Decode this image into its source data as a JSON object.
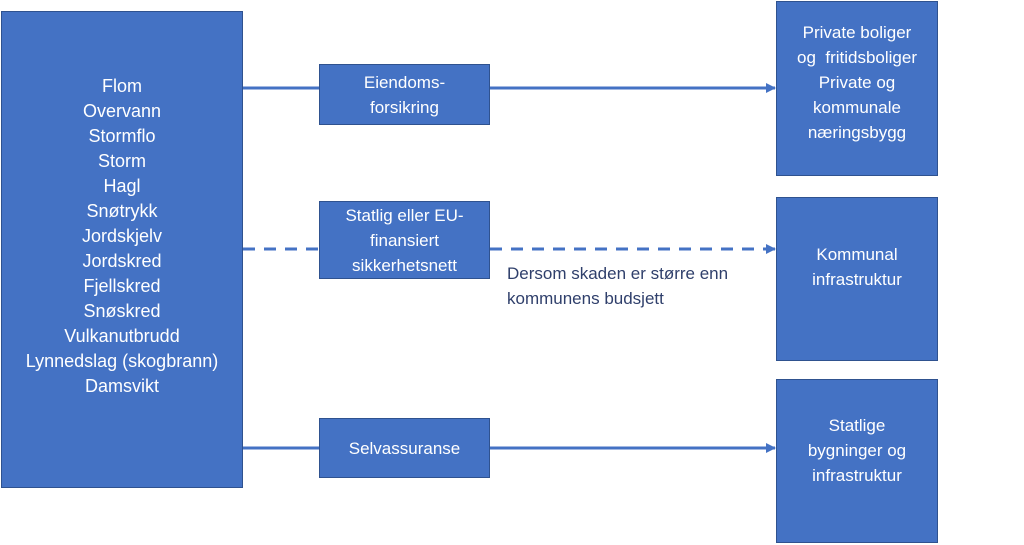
{
  "hazards": {
    "items": [
      "Flom",
      "Overvann",
      "Stormflo",
      "Storm",
      "Hagl",
      "Snøtrykk",
      "Jordskjelv",
      "Jordskred",
      "Fjellskred",
      "Snøskred",
      "Vulkanutbrudd",
      "Lynnedslag (skogbrann)",
      "Damsvikt"
    ]
  },
  "mechanisms": {
    "insurance": [
      "Eiendoms-",
      "forsikring"
    ],
    "safety_net": [
      "Statlig eller EU-",
      "finansiert",
      "sikkerhetsnett"
    ],
    "self_insurance": [
      "Selvassuranse"
    ]
  },
  "targets": {
    "private": [
      "Private boliger",
      "og  fritidsboliger",
      "Private og",
      "kommunale",
      "næringsbygg"
    ],
    "municipal": [
      "Kommunal",
      "infrastruktur"
    ],
    "state": [
      "Statlige",
      "bygninger og",
      "infrastruktur"
    ]
  },
  "note": [
    "Dersom skaden er større enn",
    "kommunens budsjett"
  ],
  "colors": {
    "box_fill": "#4472c4",
    "box_border": "#2f528f",
    "connector": "#4472c4",
    "box_text": "#ffffff",
    "note_text": "#2f3f6b"
  }
}
